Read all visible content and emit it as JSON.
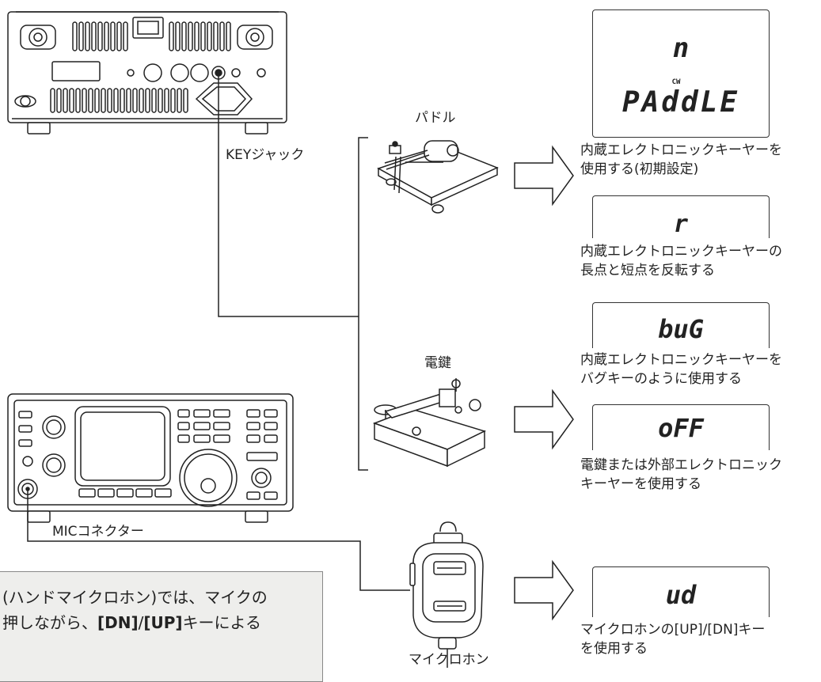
{
  "labels": {
    "key_jack": "KEYジャック",
    "paddle": "パドル",
    "straight_key": "電鍵",
    "mic_connector": "MICコネクター",
    "microphone": "マイクロホン"
  },
  "displays": [
    {
      "top_text": "n",
      "small_label": "CW",
      "main_text": "PAddLE",
      "caption": [
        "内蔵エレクトロニックキーヤーを",
        "使用する(初期設定)"
      ]
    },
    {
      "top_text": "r",
      "caption": [
        "内蔵エレクトロニックキーヤーの",
        "長点と短点を反転する"
      ]
    },
    {
      "top_text": "buG",
      "caption": [
        "内蔵エレクトロニックキーヤーを",
        "バグキーのように使用する"
      ]
    },
    {
      "top_text": "oFF",
      "caption": [
        "電鍵または外部エレクトロニック",
        "キーヤーを使用する"
      ]
    },
    {
      "top_text": "ud",
      "caption": [
        "マイクロホンの[UP]/[DN]キー",
        "を使用する"
      ]
    }
  ],
  "note": {
    "line1": "(ハンドマイクロホン)では、マイクの",
    "line2_a": "押しながら、",
    "line2_b": "[DN]",
    "line2_c": "/",
    "line2_d": "[UP]",
    "line2_e": "キーによる"
  }
}
